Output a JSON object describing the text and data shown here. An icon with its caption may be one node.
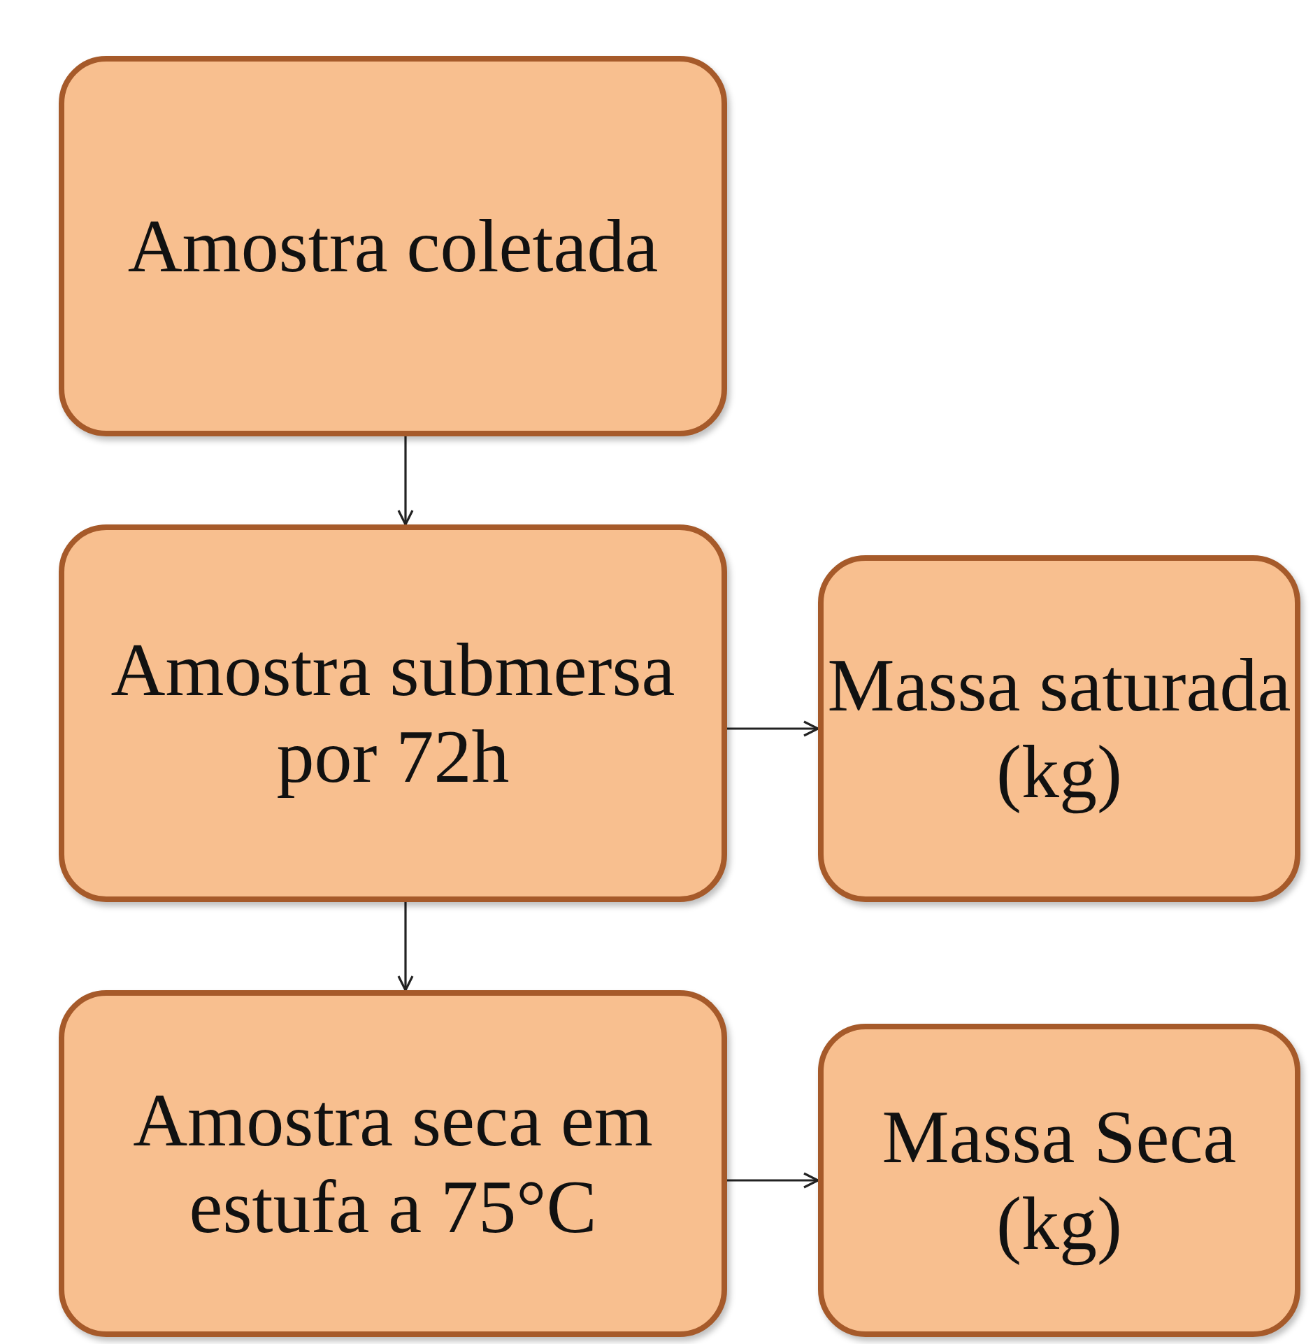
{
  "diagram": {
    "nodes": [
      {
        "text": [
          "Amostra coletada"
        ]
      },
      {
        "text": [
          "Amostra submersa por 72h"
        ]
      },
      {
        "text": [
          "Massa saturada (kg)"
        ]
      },
      {
        "text": [
          "Amostra seca em estufa a 75°C"
        ]
      },
      {
        "text": [
          "Massa Seca (kg)"
        ]
      }
    ],
    "edges": [
      {
        "from": 0,
        "to": 1,
        "arrow": "to"
      },
      {
        "from": 1,
        "to": 2,
        "arrow": "to"
      },
      {
        "from": 1,
        "to": 3,
        "arrow": "to"
      },
      {
        "from": 3,
        "to": 4,
        "arrow": "to"
      }
    ]
  }
}
